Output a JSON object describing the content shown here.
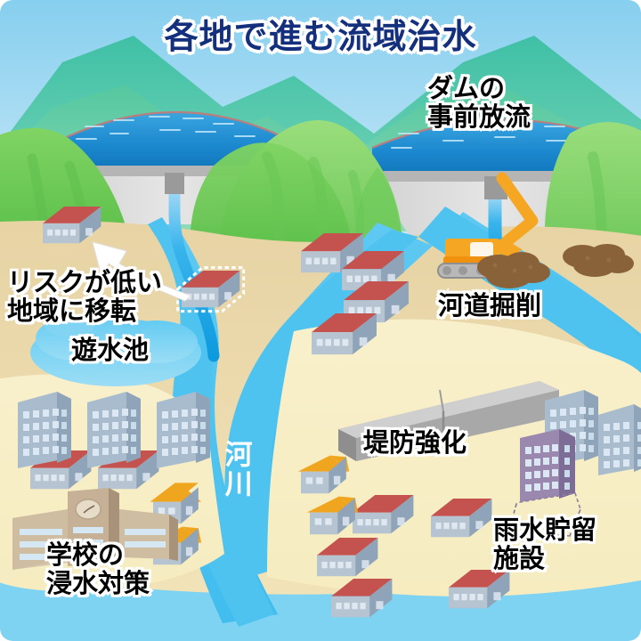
{
  "title": "各地で進む流域治水",
  "labels": {
    "dam_prerelease": "ダムの\n事前放流",
    "channel_excavation": "河道掘削",
    "levee_reinforcement": "堤防強化",
    "rainwater_storage": "雨水貯留\n施設",
    "relocation": "リスクが低い\n地域に移転",
    "retarding_basin": "遊水池",
    "school_flood_measures": "学校の\n浸水対策",
    "river": "河川"
  },
  "colors": {
    "title_text": "#14307d",
    "title_outline": "#ffffff",
    "label_text": "#000000",
    "label_outline": "#ffffff",
    "sky_top": "#8fd4f2",
    "sky_bottom": "#cfeaf8",
    "far_mountain": "#49c2a8",
    "near_hill": "#72cc5a",
    "ground_tan": "#e5cf9f",
    "ground_cream": "#f7efc8",
    "river_blue": "#4fc3f0",
    "reservoir_blue": "#1b8fd4",
    "dam_concrete": "#dcdcdc",
    "house_roof_red": "#c4524f",
    "house_roof_orange": "#f0a51e",
    "house_wall": "#b6c4d2",
    "apartment": "#a9bccd",
    "school": "#c6b196",
    "storage_building": "#9b88ae",
    "excavator_orange": "#f5a623",
    "dirt_brown": "#8a6239",
    "levee_gray": "#a8a8a8"
  },
  "scene_elements": {
    "dams": [
      "left-dam",
      "right-dam"
    ],
    "river_name": "河川",
    "structures": [
      "retarding-basin",
      "relocation-arrow",
      "dotted-house",
      "relocated-house",
      "excavator",
      "dirt-piles",
      "levee-block",
      "school-building",
      "rainwater-storage-building"
    ]
  }
}
